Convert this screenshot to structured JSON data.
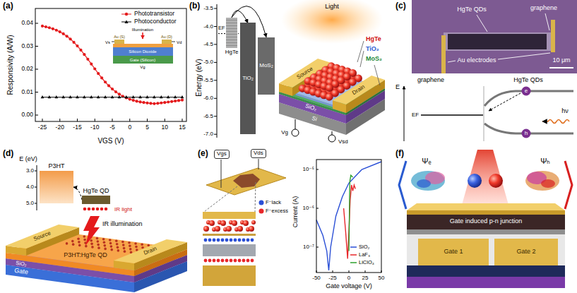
{
  "diagram": {
    "nodes": [
      {
        "text": [
          "HgTe"
        ]
      },
      {
        "text": [
          "TiO₂"
        ]
      },
      {
        "text": [
          "MoS₂"
        ]
      },
      {
        "text": [
          "P3HT"
        ]
      },
      {
        "text": [
          "HgTe QD"
        ]
      },
      {
        "text": [
          "Vgs"
        ]
      },
      {
        "text": [
          "Vds"
        ]
      }
    ],
    "edges": [
      {
        "from": 0,
        "to": 1,
        "arrow": "to"
      },
      {
        "from": 0,
        "to": 2,
        "arrow": "to"
      },
      {
        "from": 4,
        "to": 3,
        "arrow": "to"
      }
    ],
    "labels": [
      "(a)",
      "Responsivity (A/W)",
      "VGS (V)",
      "0.00",
      "0.01",
      "0.02",
      "0.03",
      "0.04",
      "-25",
      "-20",
      "-15",
      "-10",
      "-5",
      "0",
      "5",
      "10",
      "15",
      "Illumination",
      "Vs",
      "Vd",
      "Vg",
      "Au (S)",
      "Au (D)",
      "Silicon Dioxide",
      "Gate (Silicon)",
      "(b)",
      "Energy (eV)",
      "-3.5",
      "-4.0",
      "-4.5",
      "-5.0",
      "-5.5",
      "-6.0",
      "-6.5",
      "-7.0",
      "EF",
      "Light",
      "HgTe",
      "TiO₂",
      "MoS₂",
      "Source",
      "Drain",
      "SiO₂",
      "Si",
      "Vg",
      "Vsd",
      "(c)",
      "HgTe QDs",
      "graphene",
      "Au electrodes",
      "10 μm",
      "graphene",
      "HgTe QDs",
      "E",
      "EF",
      "hν",
      "e",
      "h",
      "(d)",
      "E (eV)",
      "3.0",
      "4.0",
      "5.0",
      "IR light",
      "IR illumination",
      "Source",
      "Drain",
      "P3HT:HgTe QD",
      "SiO₂",
      "Gate",
      "(e)",
      "Current (A)",
      "Gate voltage (V)",
      "10⁻⁵",
      "10⁻⁶",
      "10⁻⁷",
      "-50",
      "-25",
      "0",
      "25",
      "50",
      "(f)",
      "Ψₑ",
      "Ψₕ",
      "Gate induced p-n junction",
      "Gate 1",
      "Gate 2"
    ],
    "legend": [
      {
        "text": "Phototransistor"
      },
      {
        "text": "Photoconductor"
      },
      {
        "text": "F⁻lack",
        "color": "#2a4fd6"
      },
      {
        "text": "F⁻excess",
        "color": "#e8262a"
      },
      {
        "text": "SiO₂"
      },
      {
        "text": "LaF₃"
      },
      {
        "text": "LiClO₄"
      }
    ]
  }
}
